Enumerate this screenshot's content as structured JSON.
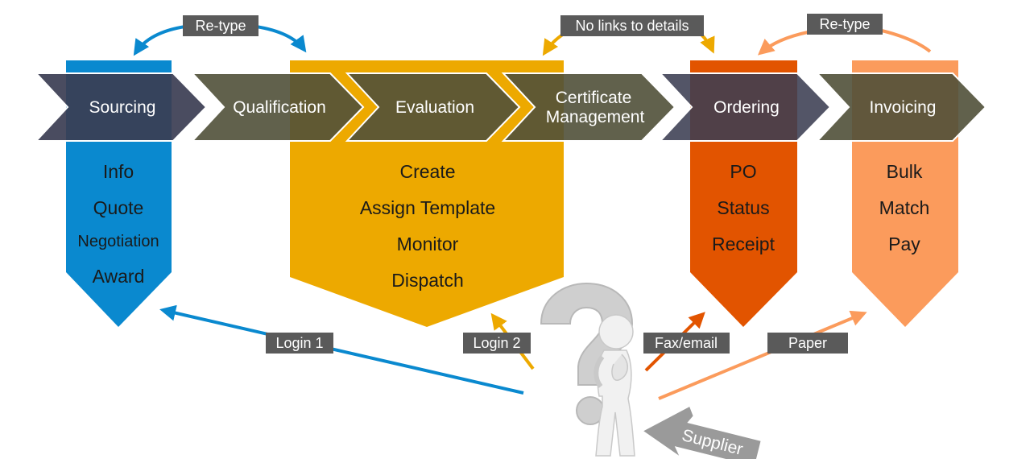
{
  "colors": {
    "sourcing": "#0a89cf",
    "evaluation": "#eda900",
    "ordering": "#e25400",
    "invoicing": "#fb9b5c",
    "chevron_dark": "#3b3d52",
    "chevron_olive": "#505038",
    "label_bg": "#5a5a5a",
    "figure": "#e6e6e6",
    "supplier_arrow": "#9a9a9a"
  },
  "process": {
    "steps": [
      {
        "label": "Sourcing"
      },
      {
        "label": "Qualification"
      },
      {
        "label": "Evaluation"
      },
      {
        "label": "Certificate",
        "label2": "Management"
      },
      {
        "label": "Ordering"
      },
      {
        "label": "Invoicing"
      }
    ]
  },
  "columns": {
    "sourcing": {
      "items": [
        "Info",
        "Quote",
        "Negotiation",
        "Award"
      ]
    },
    "evaluation": {
      "items": [
        "Create",
        "Assign Template",
        "Monitor",
        "Dispatch"
      ]
    },
    "ordering": {
      "items": [
        "PO",
        "Status",
        "Receipt"
      ]
    },
    "invoicing": {
      "items": [
        "Bulk",
        "Match",
        "Pay"
      ]
    }
  },
  "top_labels": {
    "retype_left": "Re-type",
    "no_links": "No links to details",
    "retype_right": "Re-type"
  },
  "bottom_labels": {
    "login1": "Login 1",
    "login2": "Login 2",
    "fax_email": "Fax/email",
    "paper": "Paper"
  },
  "supplier": {
    "label": "Supplier",
    "figure_icon": "thinking-person-question-mark-icon"
  }
}
